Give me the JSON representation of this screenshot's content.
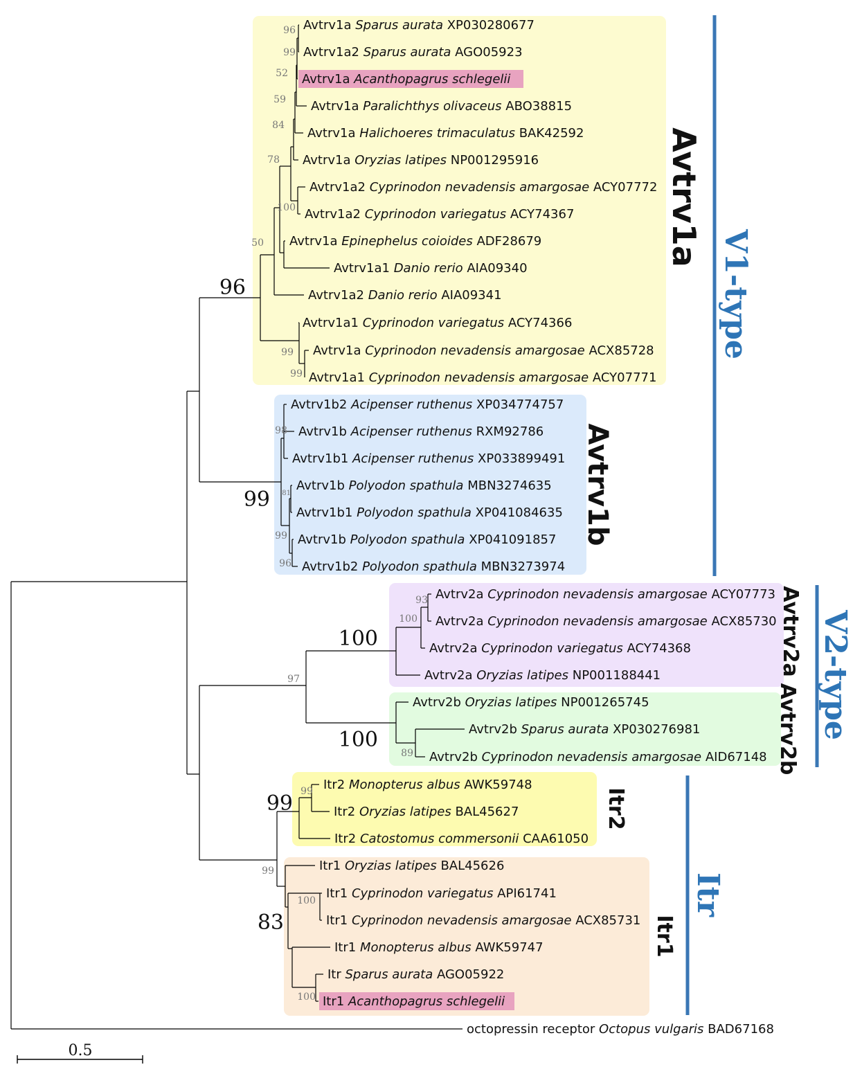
{
  "colors": {
    "avtrv1a_box": "#fdfbd0",
    "avtrv1b_box": "#dbeafb",
    "avtrv2a_box": "#efe2fb",
    "avtrv2b_box": "#e2fbe0",
    "itr2_box": "#fdfbb0",
    "itr1_box": "#fcebd8",
    "highlight": "#e8a3c0",
    "group_bar": "#3a77b5",
    "group_text": "#2e75b6"
  },
  "leaves": [
    {
      "gene": "Avtrv1a",
      "species": "Sparus aurata",
      "acc": "XP030280677"
    },
    {
      "gene": "Avtrv1a2",
      "species": "Sparus aurata",
      "acc": "AGO05923"
    },
    {
      "gene": "Avtrv1a",
      "species": "Acanthopagrus schlegelii",
      "acc": "",
      "highlight": true
    },
    {
      "gene": "Avtrv1a",
      "species": "Paralichthys olivaceus",
      "acc": "ABO38815"
    },
    {
      "gene": "Avtrv1a",
      "species": "Halichoeres trimaculatus",
      "acc": "BAK42592"
    },
    {
      "gene": "Avtrv1a",
      "species": "Oryzias latipes",
      "acc": "NP001295916"
    },
    {
      "gene": "Avtrv1a2",
      "species": "Cyprinodon nevadensis amargosae",
      "acc": "ACY07772"
    },
    {
      "gene": "Avtrv1a2",
      "species": "Cyprinodon variegatus",
      "acc": "ACY74367"
    },
    {
      "gene": "Avtrv1a",
      "species": "Epinephelus coioides",
      "acc": "ADF28679"
    },
    {
      "gene": "Avtrv1a1",
      "species": "Danio rerio",
      "acc": "AIA09340"
    },
    {
      "gene": "Avtrv1a2",
      "species": "Danio rerio",
      "acc": "AIA09341"
    },
    {
      "gene": "Avtrv1a1",
      "species": "Cyprinodon variegatus",
      "acc": "ACY74366"
    },
    {
      "gene": "Avtrv1a",
      "species": "Cyprinodon nevadensis amargosae",
      "acc": "ACX85728"
    },
    {
      "gene": "Avtrv1a1",
      "species": "Cyprinodon nevadensis amargosae",
      "acc": "ACY07771"
    },
    {
      "gene": "Avtrv1b2",
      "species": "Acipenser ruthenus",
      "acc": "XP034774757"
    },
    {
      "gene": "Avtrv1b",
      "species": "Acipenser ruthenus",
      "acc": "RXM92786"
    },
    {
      "gene": "Avtrv1b1",
      "species": "Acipenser ruthenus",
      "acc": "XP033899491"
    },
    {
      "gene": "Avtrv1b",
      "species": "Polyodon spathula",
      "acc": "MBN3274635"
    },
    {
      "gene": "Avtrv1b1",
      "species": "Polyodon spathula",
      "acc": "XP041084635"
    },
    {
      "gene": "Avtrv1b",
      "species": "Polyodon spathula",
      "acc": "XP041091857"
    },
    {
      "gene": "Avtrv1b2",
      "species": "Polyodon spathula",
      "acc": "MBN3273974"
    },
    {
      "gene": "Avtrv2a",
      "species": "Cyprinodon nevadensis amargosae",
      "acc": "ACY07773"
    },
    {
      "gene": "Avtrv2a",
      "species": "Cyprinodon nevadensis amargosae",
      "acc": "ACX85730"
    },
    {
      "gene": "Avtrv2a",
      "species": "Cyprinodon variegatus",
      "acc": "ACY74368"
    },
    {
      "gene": "Avtrv2a",
      "species": "Oryzias latipes",
      "acc": "NP001188441"
    },
    {
      "gene": "Avtrv2b",
      "species": "Oryzias latipes",
      "acc": "NP001265745"
    },
    {
      "gene": "Avtrv2b",
      "species": "Sparus aurata",
      "acc": "XP030276981"
    },
    {
      "gene": "Avtrv2b",
      "species": "Cyprinodon nevadensis amargosae",
      "acc": "AID67148"
    },
    {
      "gene": "Itr2",
      "species": "Monopterus albus",
      "acc": "AWK59748"
    },
    {
      "gene": "Itr2",
      "species": "Oryzias latipes",
      "acc": "BAL45627"
    },
    {
      "gene": "Itr2",
      "species": "Catostomus commersonii",
      "acc": "CAA61050"
    },
    {
      "gene": "Itr1",
      "species": "Oryzias latipes",
      "acc": "BAL45626"
    },
    {
      "gene": "Itr1",
      "species": "Cyprinodon variegatus",
      "acc": "API61741"
    },
    {
      "gene": "Itr1",
      "species": "Cyprinodon nevadensis amargosae",
      "acc": "ACX85731"
    },
    {
      "gene": "Itr1",
      "species": "Monopterus albus",
      "acc": "AWK59747"
    },
    {
      "gene": "Itr",
      "species": "Sparus aurata",
      "acc": "AGO05922"
    },
    {
      "gene": "Itr1",
      "species": "Acanthopagrus schlegelii",
      "acc": "",
      "highlight": true
    },
    {
      "gene": "octopressin receptor",
      "species": "Octopus vulgaris",
      "acc": "BAD67168"
    }
  ],
  "support_values": [
    "96",
    "99",
    "52",
    "59",
    "84",
    "78",
    "100",
    "50",
    "96",
    "99",
    "99",
    "98",
    "99",
    "81",
    "99",
    "96",
    "93",
    "100",
    "100",
    "97",
    "100",
    "89",
    "99",
    "99",
    "99",
    "100",
    "83",
    "100"
  ],
  "clade_labels": [
    "Avtrv1a",
    "Avtrv1b",
    "Avtrv2a",
    "Avtrv2b",
    "Itr2",
    "Itr1"
  ],
  "group_labels": [
    "V1-type",
    "V2-type",
    "Itr"
  ],
  "scale_bar": {
    "label": "0.5",
    "value": 0.5
  }
}
